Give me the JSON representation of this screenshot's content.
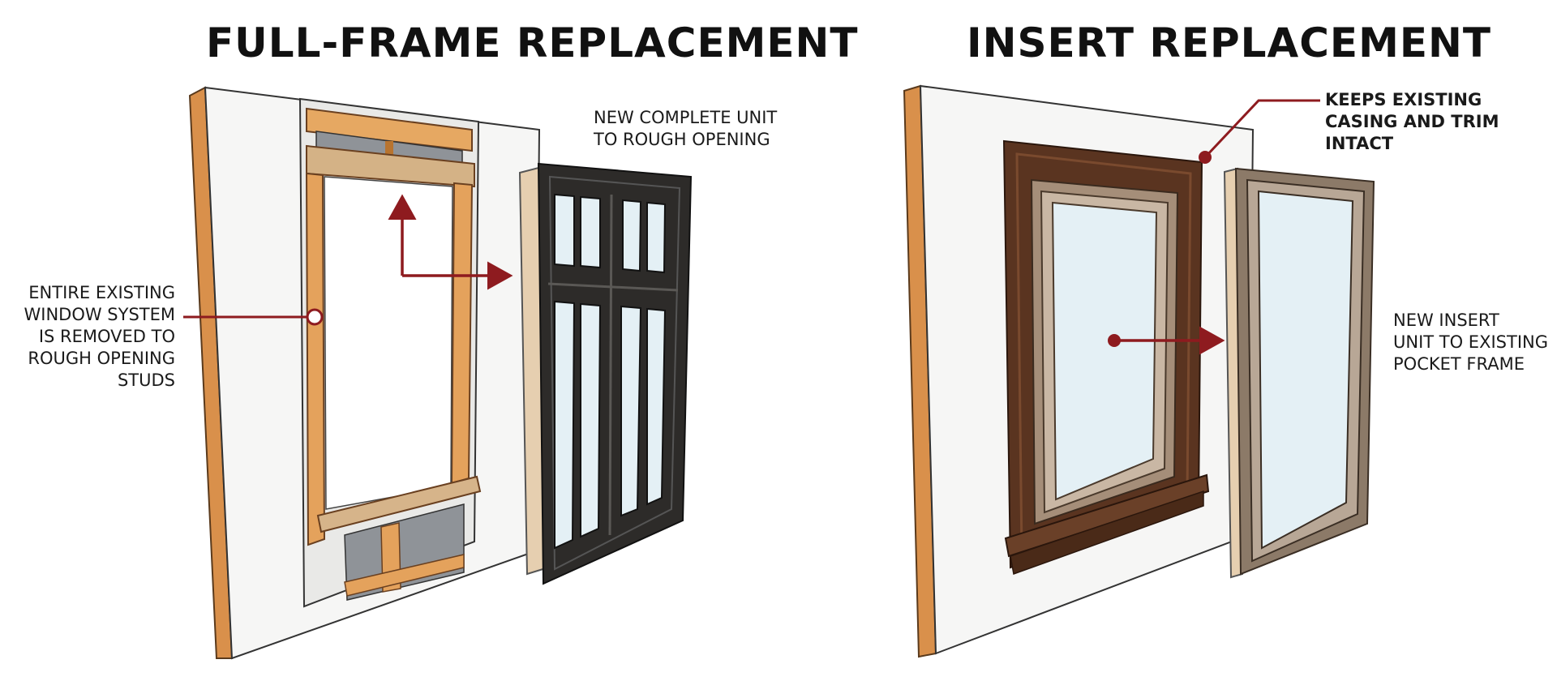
{
  "panels": [
    {
      "title": "FULL-FRAME REPLACEMENT",
      "callouts": [
        {
          "lines": [
            "NEW COMPLETE UNIT",
            "TO ROUGH OPENING"
          ]
        },
        {
          "lines": [
            "ENTIRE EXISTING",
            "WINDOW SYSTEM",
            "IS REMOVED TO",
            "ROUGH OPENING",
            "STUDS"
          ]
        }
      ]
    },
    {
      "title": "INSERT REPLACEMENT",
      "callouts": [
        {
          "lines": [
            "KEEPS EXISTING",
            "CASING AND TRIM",
            "INTACT"
          ]
        },
        {
          "lines": [
            "NEW INSERT",
            "UNIT TO EXISTING",
            "POCKET FRAME"
          ]
        }
      ]
    }
  ],
  "colors": {
    "arrow": "#8e1b1f",
    "wall_face": "#f6f6f5",
    "wall_edge": "#d9904b",
    "lumber": "#e2a55f",
    "dark_frame": "#2d2b29",
    "wood_trim": "#5a3420",
    "insert_frame": "#8c7a68",
    "glass": "#e4f0f5"
  }
}
